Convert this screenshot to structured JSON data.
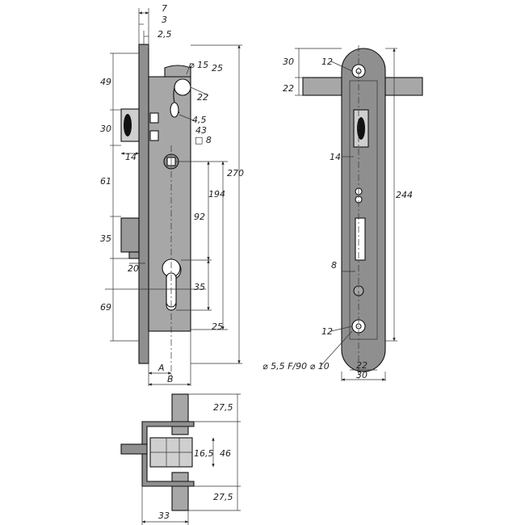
{
  "colors": {
    "metal": "#a7a7a7",
    "metal_dark": "#8f8f8f",
    "line": "#111111",
    "background": "#ffffff"
  },
  "front_view": {
    "dims": {
      "d7": "7",
      "d3": "3",
      "d2_5": "2,5",
      "d49": "49",
      "d30": "30",
      "d14": "14",
      "d61": "61",
      "d35": "35",
      "d20": "20",
      "d69": "69",
      "o15": "⌀ 15",
      "d25_top": "25",
      "d22": "22",
      "d4_5": "4,5",
      "d43": "43",
      "sq8": "□ 8",
      "d270": "270",
      "d194": "194",
      "d92": "92",
      "d35b": "35",
      "d25_bot": "25",
      "A": "A",
      "B": "B"
    }
  },
  "side_view": {
    "dims": {
      "d30": "30",
      "d12_top": "12",
      "d22": "22",
      "d14": "14",
      "d244": "244",
      "d8": "8",
      "d12_bot": "12",
      "hole_note": "⌀ 5,5 F/90 ⌀ 10",
      "d22_bot": "22",
      "d30_bot": "30"
    }
  },
  "top_view": {
    "dims": {
      "d27_5_top": "27,5",
      "d16_5": "16,5",
      "d46": "46",
      "d27_5_bot": "27,5",
      "d33": "33"
    }
  }
}
